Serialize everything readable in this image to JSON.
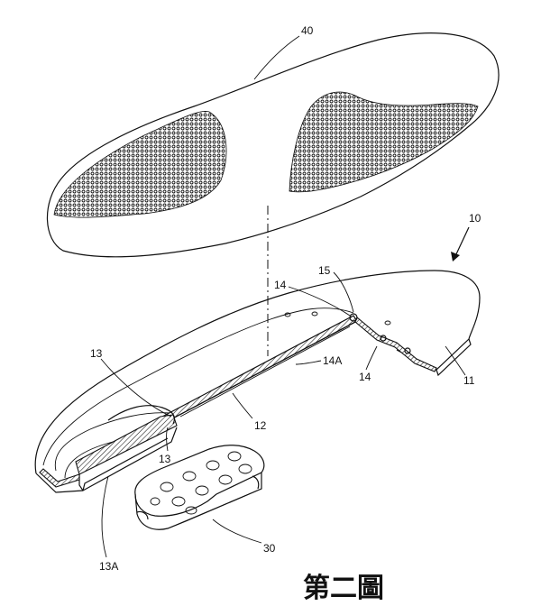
{
  "figure": {
    "caption": "第二圖",
    "labels": {
      "ref_40": "40",
      "ref_10": "10",
      "ref_15": "15",
      "ref_14_top": "14",
      "ref_14_mid": "14",
      "ref_14a": "14A",
      "ref_13_top": "13",
      "ref_13_mid": "13",
      "ref_12": "12",
      "ref_11": "11",
      "ref_13a": "13A",
      "ref_30": "30"
    }
  }
}
